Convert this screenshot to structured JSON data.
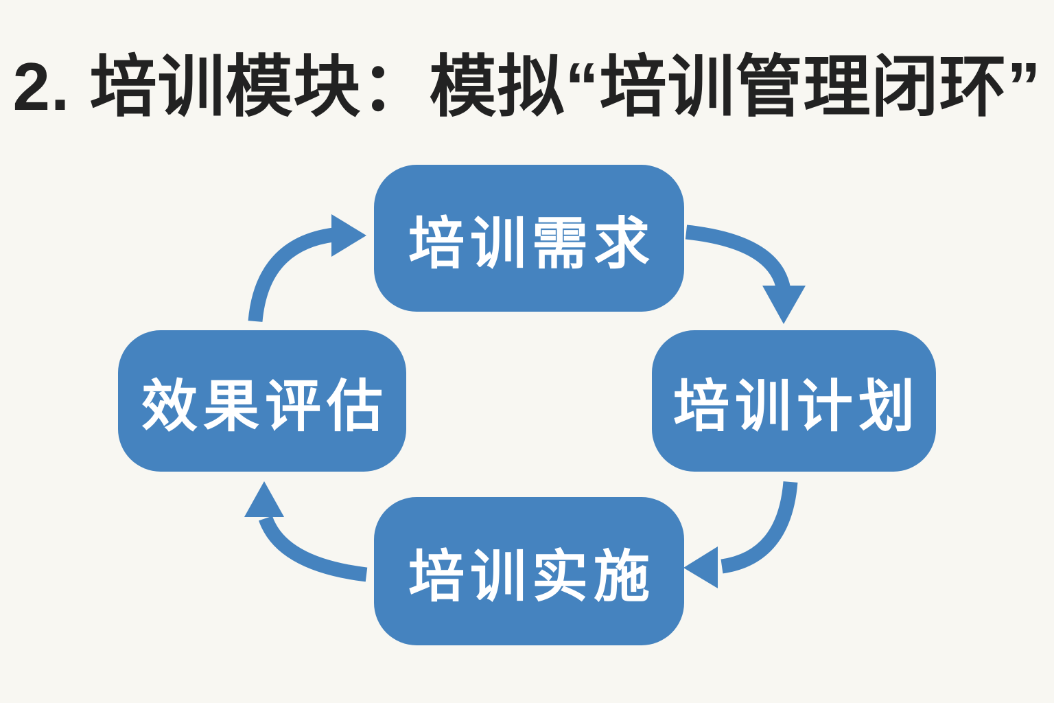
{
  "title": "2. 培训模块：模拟“培训管理闭环”",
  "colors": {
    "background": "#F8F7F2",
    "node_fill": "#4583BF",
    "arrow": "#4583BF",
    "title_text": "#222222",
    "node_text": "#FFFFFF"
  },
  "cycle": {
    "nodes": [
      {
        "id": "training-needs",
        "label": "培训需求",
        "position": "top"
      },
      {
        "id": "training-plan",
        "label": "培训计划",
        "position": "right"
      },
      {
        "id": "training-implementation",
        "label": "培训实施",
        "position": "bottom"
      },
      {
        "id": "effect-evaluation",
        "label": "效果评估",
        "position": "left"
      }
    ],
    "edges": [
      {
        "from": "培训需求",
        "to": "培训计划"
      },
      {
        "from": "培训计划",
        "to": "培训实施"
      },
      {
        "from": "培训实施",
        "to": "效果评估"
      },
      {
        "from": "效果评估",
        "to": "培训需求"
      }
    ]
  }
}
